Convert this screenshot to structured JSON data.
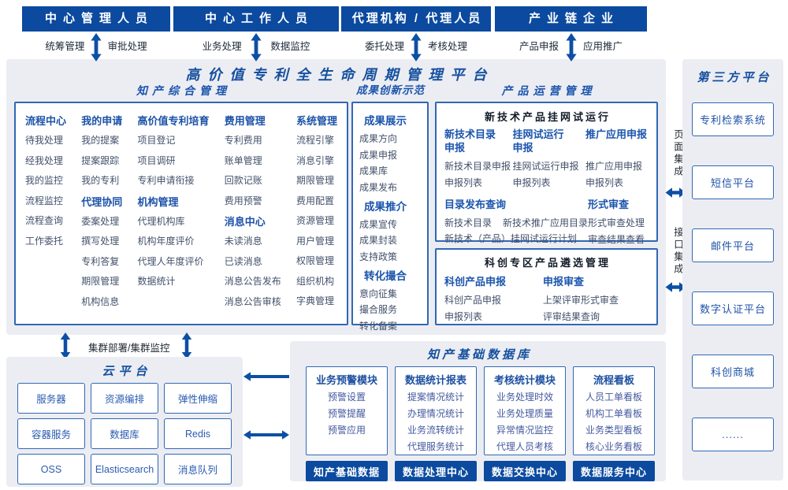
{
  "roles": [
    {
      "title": "中心管理人员",
      "left": "统筹管理",
      "right": "审批处理"
    },
    {
      "title": "中心工作人员",
      "left": "业务处理",
      "right": "数据监控"
    },
    {
      "title": "代理机构 / 代理人员",
      "left": "委托处理",
      "right": "考核处理"
    },
    {
      "title": "产业链企业",
      "left": "产品申报",
      "right": "应用推广"
    }
  ],
  "platform": {
    "title": "高价值专利全生命周期管理平台",
    "zczh": {
      "title": "知产综合管理",
      "columns": [
        {
          "groups": [
            {
              "header": "流程中心",
              "items": [
                "待我处理",
                "经我处理",
                "我的监控",
                "流程监控",
                "流程查询",
                "工作委托"
              ]
            }
          ]
        },
        {
          "groups": [
            {
              "header": "我的申请",
              "items": [
                "我的提案",
                "提案跟踪",
                "我的专利"
              ]
            },
            {
              "header": "代理协同",
              "items": [
                "委案处理",
                "撰写处理",
                "专利答复",
                "期限管理",
                "机构信息"
              ]
            }
          ]
        },
        {
          "groups": [
            {
              "header": "高价值专利培育",
              "items": [
                "项目登记",
                "项目调研",
                "专利申请衔接"
              ]
            },
            {
              "header": "机构管理",
              "items": [
                "代理机构库",
                "机构年度评价",
                "代理人年度评价",
                "数据统计"
              ]
            }
          ]
        },
        {
          "groups": [
            {
              "header": "费用管理",
              "items": [
                "专利费用",
                "账单管理",
                "回款记账",
                "费用预警"
              ]
            },
            {
              "header": "消息中心",
              "items": [
                "未读消息",
                "已读消息",
                "消息公告发布",
                "消息公告审核"
              ]
            }
          ]
        },
        {
          "groups": [
            {
              "header": "系统管理",
              "items": [
                "流程引擎",
                "消息引擎",
                "期限管理",
                "费用配置",
                "资源管理",
                "用户管理",
                "权限管理",
                "组织机构",
                "字典管理"
              ]
            }
          ]
        }
      ]
    },
    "cgcx": {
      "title": "成果创新示范",
      "groups": [
        {
          "header": "成果展示",
          "items": [
            "成果方向",
            "成果申报",
            "成果库",
            "成果发布"
          ]
        },
        {
          "header": "成果推介",
          "items": [
            "成果宣传",
            "成果封装",
            "支持政策"
          ]
        },
        {
          "header": "转化撮合",
          "items": [
            "意向征集",
            "撮合服务",
            "转化备案"
          ]
        }
      ]
    },
    "cpyy": {
      "title": "产品运营管理",
      "box1": {
        "title": "新技术产品挂网试运行",
        "columns": [
          {
            "header": "新技术目录\n申报",
            "items": [
              "新技术目录申报",
              "申报列表"
            ]
          },
          {
            "header": "挂网试运行\n申报",
            "items": [
              "挂网试运行申报",
              "申报列表"
            ]
          },
          {
            "header": "推广应用申报",
            "items": [
              "推广应用申报",
              "申报列表"
            ]
          }
        ],
        "catalog": {
          "header": "目录发布查询",
          "row1a": "新技术目录",
          "row1b": "新技术推广应用目录",
          "row2": "新技术（产品）挂网试运行计划"
        },
        "review": {
          "header": "形式审查",
          "items": [
            "形式审查处理",
            "审查结果查看"
          ]
        }
      },
      "box2": {
        "title": "科创专区产品遴选管理",
        "columns": [
          {
            "header": "科创产品申报",
            "items": [
              "科创产品申报",
              "申报列表"
            ]
          },
          {
            "header": "申报审查",
            "items": [
              "上架评审形式审查",
              "评审结果查询"
            ]
          }
        ]
      }
    }
  },
  "integration": {
    "page": "页面集成",
    "api": "接口集成"
  },
  "third_party": {
    "title": "第三方平台",
    "boxes": [
      "专利检索系统",
      "短信平台",
      "邮件平台",
      "数字认证平台",
      "科创商城",
      "......"
    ]
  },
  "cluster_label": "集群部署/集群监控",
  "cloud": {
    "title": "云平台",
    "cells": [
      "服务器",
      "资源编排",
      "弹性伸缩",
      "容器服务",
      "数据库",
      "Redis",
      "OSS",
      "Elasticsearch",
      "消息队列"
    ]
  },
  "database": {
    "title": "知产基础数据库",
    "columns": [
      {
        "header": "业务预警模块",
        "items": [
          "预警设置",
          "预警提醒",
          "预警应用"
        ],
        "footer": "知产基础数据"
      },
      {
        "header": "数据统计报表",
        "items": [
          "提案情况统计",
          "办理情况统计",
          "业务流转统计",
          "代理服务统计"
        ],
        "footer": "数据处理中心"
      },
      {
        "header": "考核统计模块",
        "items": [
          "业务处理时效",
          "业务处理质量",
          "异常情况监控",
          "代理人员考核"
        ],
        "footer": "数据交换中心"
      },
      {
        "header": "流程看板",
        "items": [
          "人员工单看板",
          "机构工单看板",
          "业务类型看板",
          "核心业务看板"
        ],
        "footer": "数据服务中心"
      }
    ]
  },
  "colors": {
    "primary_blue": "#0b4a9f",
    "title_blue": "#15509e",
    "panel_gray": "#ecedf3",
    "border_blue": "#3068b4"
  }
}
